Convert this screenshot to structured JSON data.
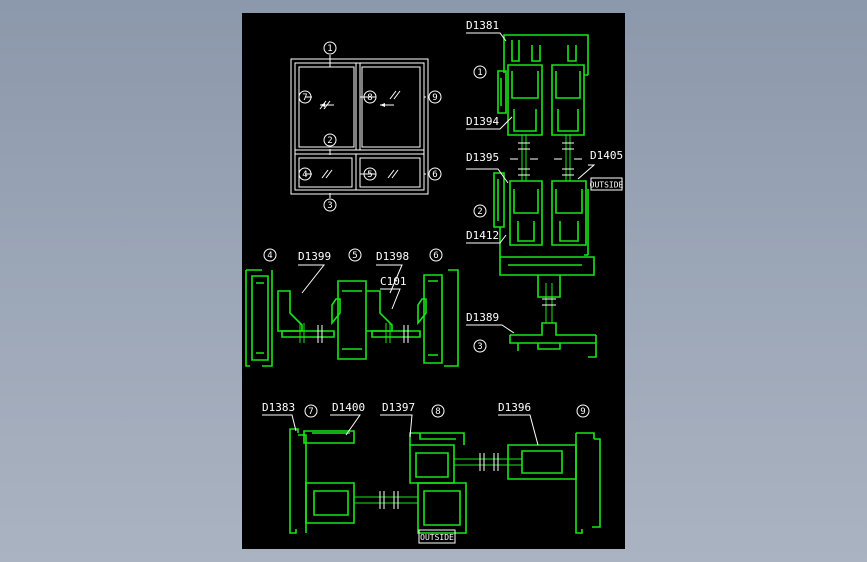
{
  "colors": {
    "background": "#98a3b5",
    "sheet": "#000000",
    "profile": "#19e619",
    "linework": "#ffffff"
  },
  "elevation": {
    "markers": [
      "1",
      "2",
      "3",
      "4",
      "5",
      "6",
      "7",
      "8",
      "9"
    ]
  },
  "profiles": {
    "d1381": "D1381",
    "d1394": "D1394",
    "d1395": "D1395",
    "d1405": "D1405",
    "d1412": "D1412",
    "d1389": "D1389",
    "d1399": "D1399",
    "d1398": "D1398",
    "c101": "C101",
    "d1383": "D1383",
    "d1400": "D1400",
    "d1397": "D1397",
    "d1396": "D1396"
  },
  "notes": {
    "outside_right": "OUTSIDE",
    "outside_bottom": "OUTSIDE"
  }
}
